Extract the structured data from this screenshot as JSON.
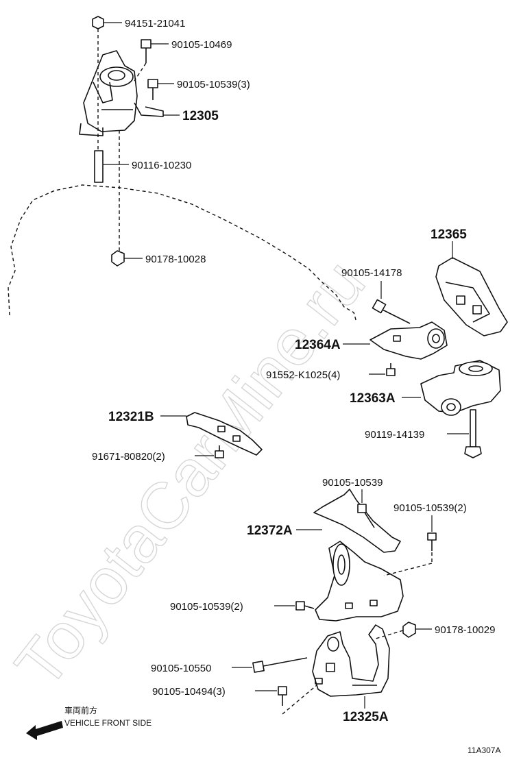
{
  "watermark": "ToyotaCarMine.ru",
  "labels": {
    "p94151": "94151-21041",
    "p90105_10469": "90105-10469",
    "p90105_10539_3": "90105-10539(3)",
    "p12305": "12305",
    "p90116": "90116-10230",
    "p90178_10028": "90178-10028",
    "p12365": "12365",
    "p90105_14178": "90105-14178",
    "p12364A": "12364A",
    "p91552": "91552-K1025(4)",
    "p12363A": "12363A",
    "p12321B": "12321B",
    "p90119": "90119-14139",
    "p91671": "91671-80820(2)",
    "p90105_10539": "90105-10539",
    "p90105_10539_2a": "90105-10539(2)",
    "p12372A": "12372A",
    "p90105_10539_2b": "90105-10539(2)",
    "p90178_10029": "90178-10029",
    "p90105_10550": "90105-10550",
    "p90105_10494": "90105-10494(3)",
    "p12325A": "12325A"
  },
  "front_note": {
    "japanese": "車両前方",
    "english": "VEHICLE FRONT SIDE"
  },
  "figure_code": "11A307A"
}
